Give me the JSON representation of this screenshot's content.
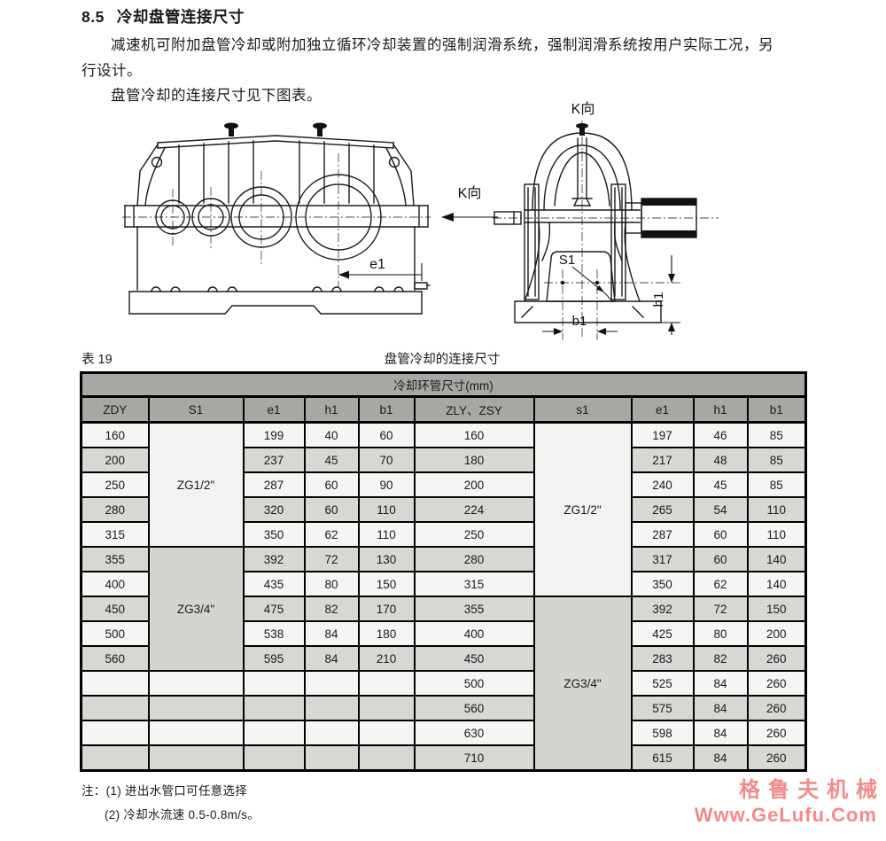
{
  "heading": {
    "num": "8.5",
    "text": "冷却盘管连接尺寸"
  },
  "paragraphs": {
    "p1a": "减速机可附加盘管冷却或附加独立循环冷却装置的强制润滑系统，强制润滑系统按用户实际工况，另",
    "p1b": "行设计。",
    "p2": "盘管冷却的连接尺寸见下图表。"
  },
  "figure": {
    "labels": {
      "k_dir": "K向",
      "e1": "e1",
      "s1": "S1",
      "h1": "h1",
      "b1": "b1"
    }
  },
  "table": {
    "label": "表 19",
    "title": "盘管冷却的连接尺寸",
    "span_header": "冷却环管尺寸(mm)",
    "columns": [
      "ZDY",
      "S1",
      "e1",
      "h1",
      "b1",
      "ZLY、ZSY",
      "s1",
      "e1",
      "h1",
      "b1"
    ],
    "rows": [
      [
        "160",
        {
          "t": "ZG1/2\"",
          "rs": 5,
          "shade": "light"
        },
        "199",
        "40",
        "60",
        "160",
        {
          "t": "ZG1/2\"",
          "rs": 7,
          "shade": "light"
        },
        "197",
        "46",
        "85"
      ],
      [
        "200",
        "237",
        "45",
        "70",
        "180",
        "217",
        "48",
        "85"
      ],
      [
        "250",
        "287",
        "60",
        "90",
        "200",
        "240",
        "45",
        "85"
      ],
      [
        "280",
        "320",
        "60",
        "110",
        "224",
        "265",
        "54",
        "110"
      ],
      [
        "315",
        "350",
        "62",
        "110",
        "250",
        "287",
        "60",
        "110"
      ],
      [
        "355",
        {
          "t": "ZG3/4\"",
          "rs": 5,
          "shade": "gray"
        },
        "392",
        "72",
        "130",
        "280",
        "317",
        "60",
        "140"
      ],
      [
        "400",
        "435",
        "80",
        "150",
        "315",
        "350",
        "62",
        "140"
      ],
      [
        "450",
        "475",
        "82",
        "170",
        "355",
        {
          "t": "ZG3/4\"",
          "rs": 7,
          "shade": "gray"
        },
        "392",
        "72",
        "150"
      ],
      [
        "500",
        "538",
        "84",
        "180",
        "400",
        "425",
        "80",
        "200"
      ],
      [
        "560",
        "595",
        "84",
        "210",
        "450",
        "283",
        "82",
        "260"
      ],
      [
        "",
        "",
        "",
        "",
        "",
        "500",
        "525",
        "84",
        "260"
      ],
      [
        "",
        "",
        "",
        "",
        "",
        "560",
        "575",
        "84",
        "260"
      ],
      [
        "",
        "",
        "",
        "",
        "",
        "630",
        "598",
        "84",
        "260"
      ],
      [
        "",
        "",
        "",
        "",
        "",
        "710",
        "615",
        "84",
        "260"
      ]
    ]
  },
  "notes": {
    "prefix": "注：",
    "items": [
      "(1) 进出水管口可任意选择",
      "(2) 冷却水流速 0.5-0.8m/s。"
    ]
  },
  "watermark": {
    "line1": "格鲁夫机械",
    "line2": "Www.GeLufu.Com",
    "color": "#f28a8a"
  },
  "colors": {
    "header_bg": "#a9a7a4",
    "row_light": "#f6f5f3",
    "row_gray": "#d8d7d4",
    "merged_light": "#f3f2f0",
    "merged_gray": "#d5d4d1",
    "border": "#000000"
  }
}
